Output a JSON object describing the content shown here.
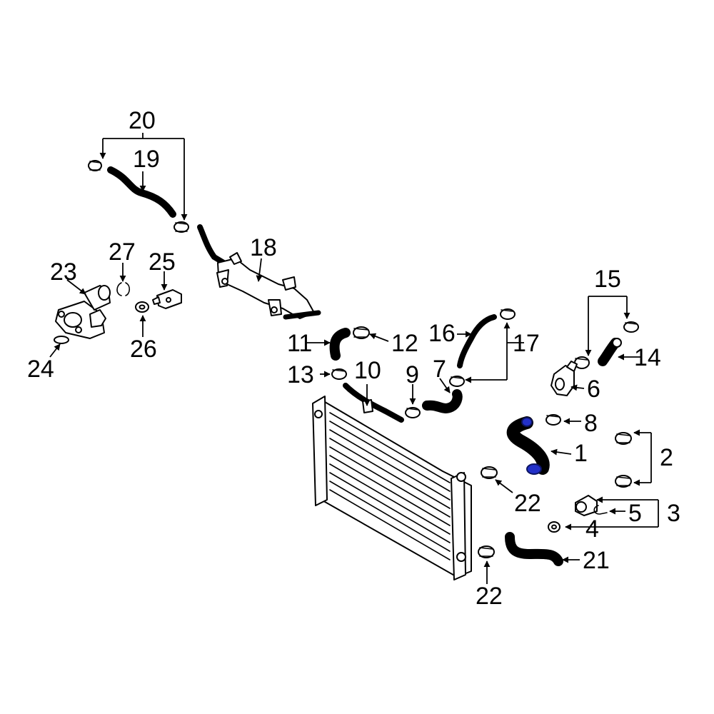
{
  "colors": {
    "background": "#ffffff",
    "line": "#000000",
    "highlight": "#2230c8",
    "highlight_edge": "#0c1460"
  },
  "callouts": {
    "c1": "1",
    "c2": "2",
    "c3": "3",
    "c4": "4",
    "c5": "5",
    "c6": "6",
    "c7": "7",
    "c8": "8",
    "c9": "9",
    "c10": "10",
    "c11": "11",
    "c12": "12",
    "c13": "13",
    "c14": "14",
    "c15": "15",
    "c16": "16",
    "c17": "17",
    "c18": "18",
    "c19": "19",
    "c20": "20",
    "c21": "21",
    "c22a": "22",
    "c22b": "22",
    "c23": "23",
    "c24": "24",
    "c25": "25",
    "c26": "26",
    "c27": "27"
  },
  "highlighted_part": "1"
}
